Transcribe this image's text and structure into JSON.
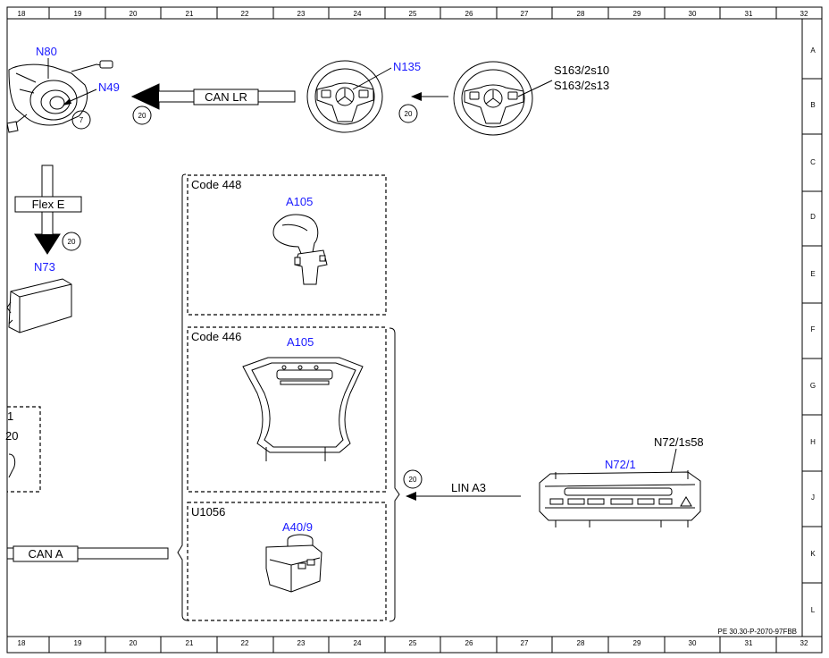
{
  "grid": {
    "columns": [
      "18",
      "19",
      "20",
      "21",
      "22",
      "23",
      "24",
      "25",
      "26",
      "27",
      "28",
      "29",
      "30",
      "31",
      "32"
    ],
    "rows": [
      "A",
      "B",
      "C",
      "D",
      "E",
      "F",
      "G",
      "H",
      "J",
      "K",
      "L"
    ]
  },
  "components": {
    "n80": "N80",
    "n49": "N49",
    "n135": "N135",
    "s163_a": "S163/2s10",
    "s163_b": "S163/2s13",
    "n73": "N73",
    "a105_448": "A105",
    "a105_446": "A105",
    "a40_9": "A40/9",
    "n72_1": "N72/1",
    "n72_1s58": "N72/1s58"
  },
  "buses": {
    "can_lr": "CAN LR",
    "flex_e": "Flex E",
    "lin_a3": "LIN A3",
    "can_a": "CAN A"
  },
  "codes": {
    "code448": "Code 448",
    "code446": "Code 446",
    "u1056": "U1056"
  },
  "circles": {
    "c7": "7",
    "c20_can": "20",
    "c20_sw": "20",
    "c20_flex": "20",
    "c20_lin": "20"
  },
  "partial_box": {
    "t1": "1",
    "t2": "20"
  },
  "footer": "PE 30.30-P-2070-97FBB"
}
